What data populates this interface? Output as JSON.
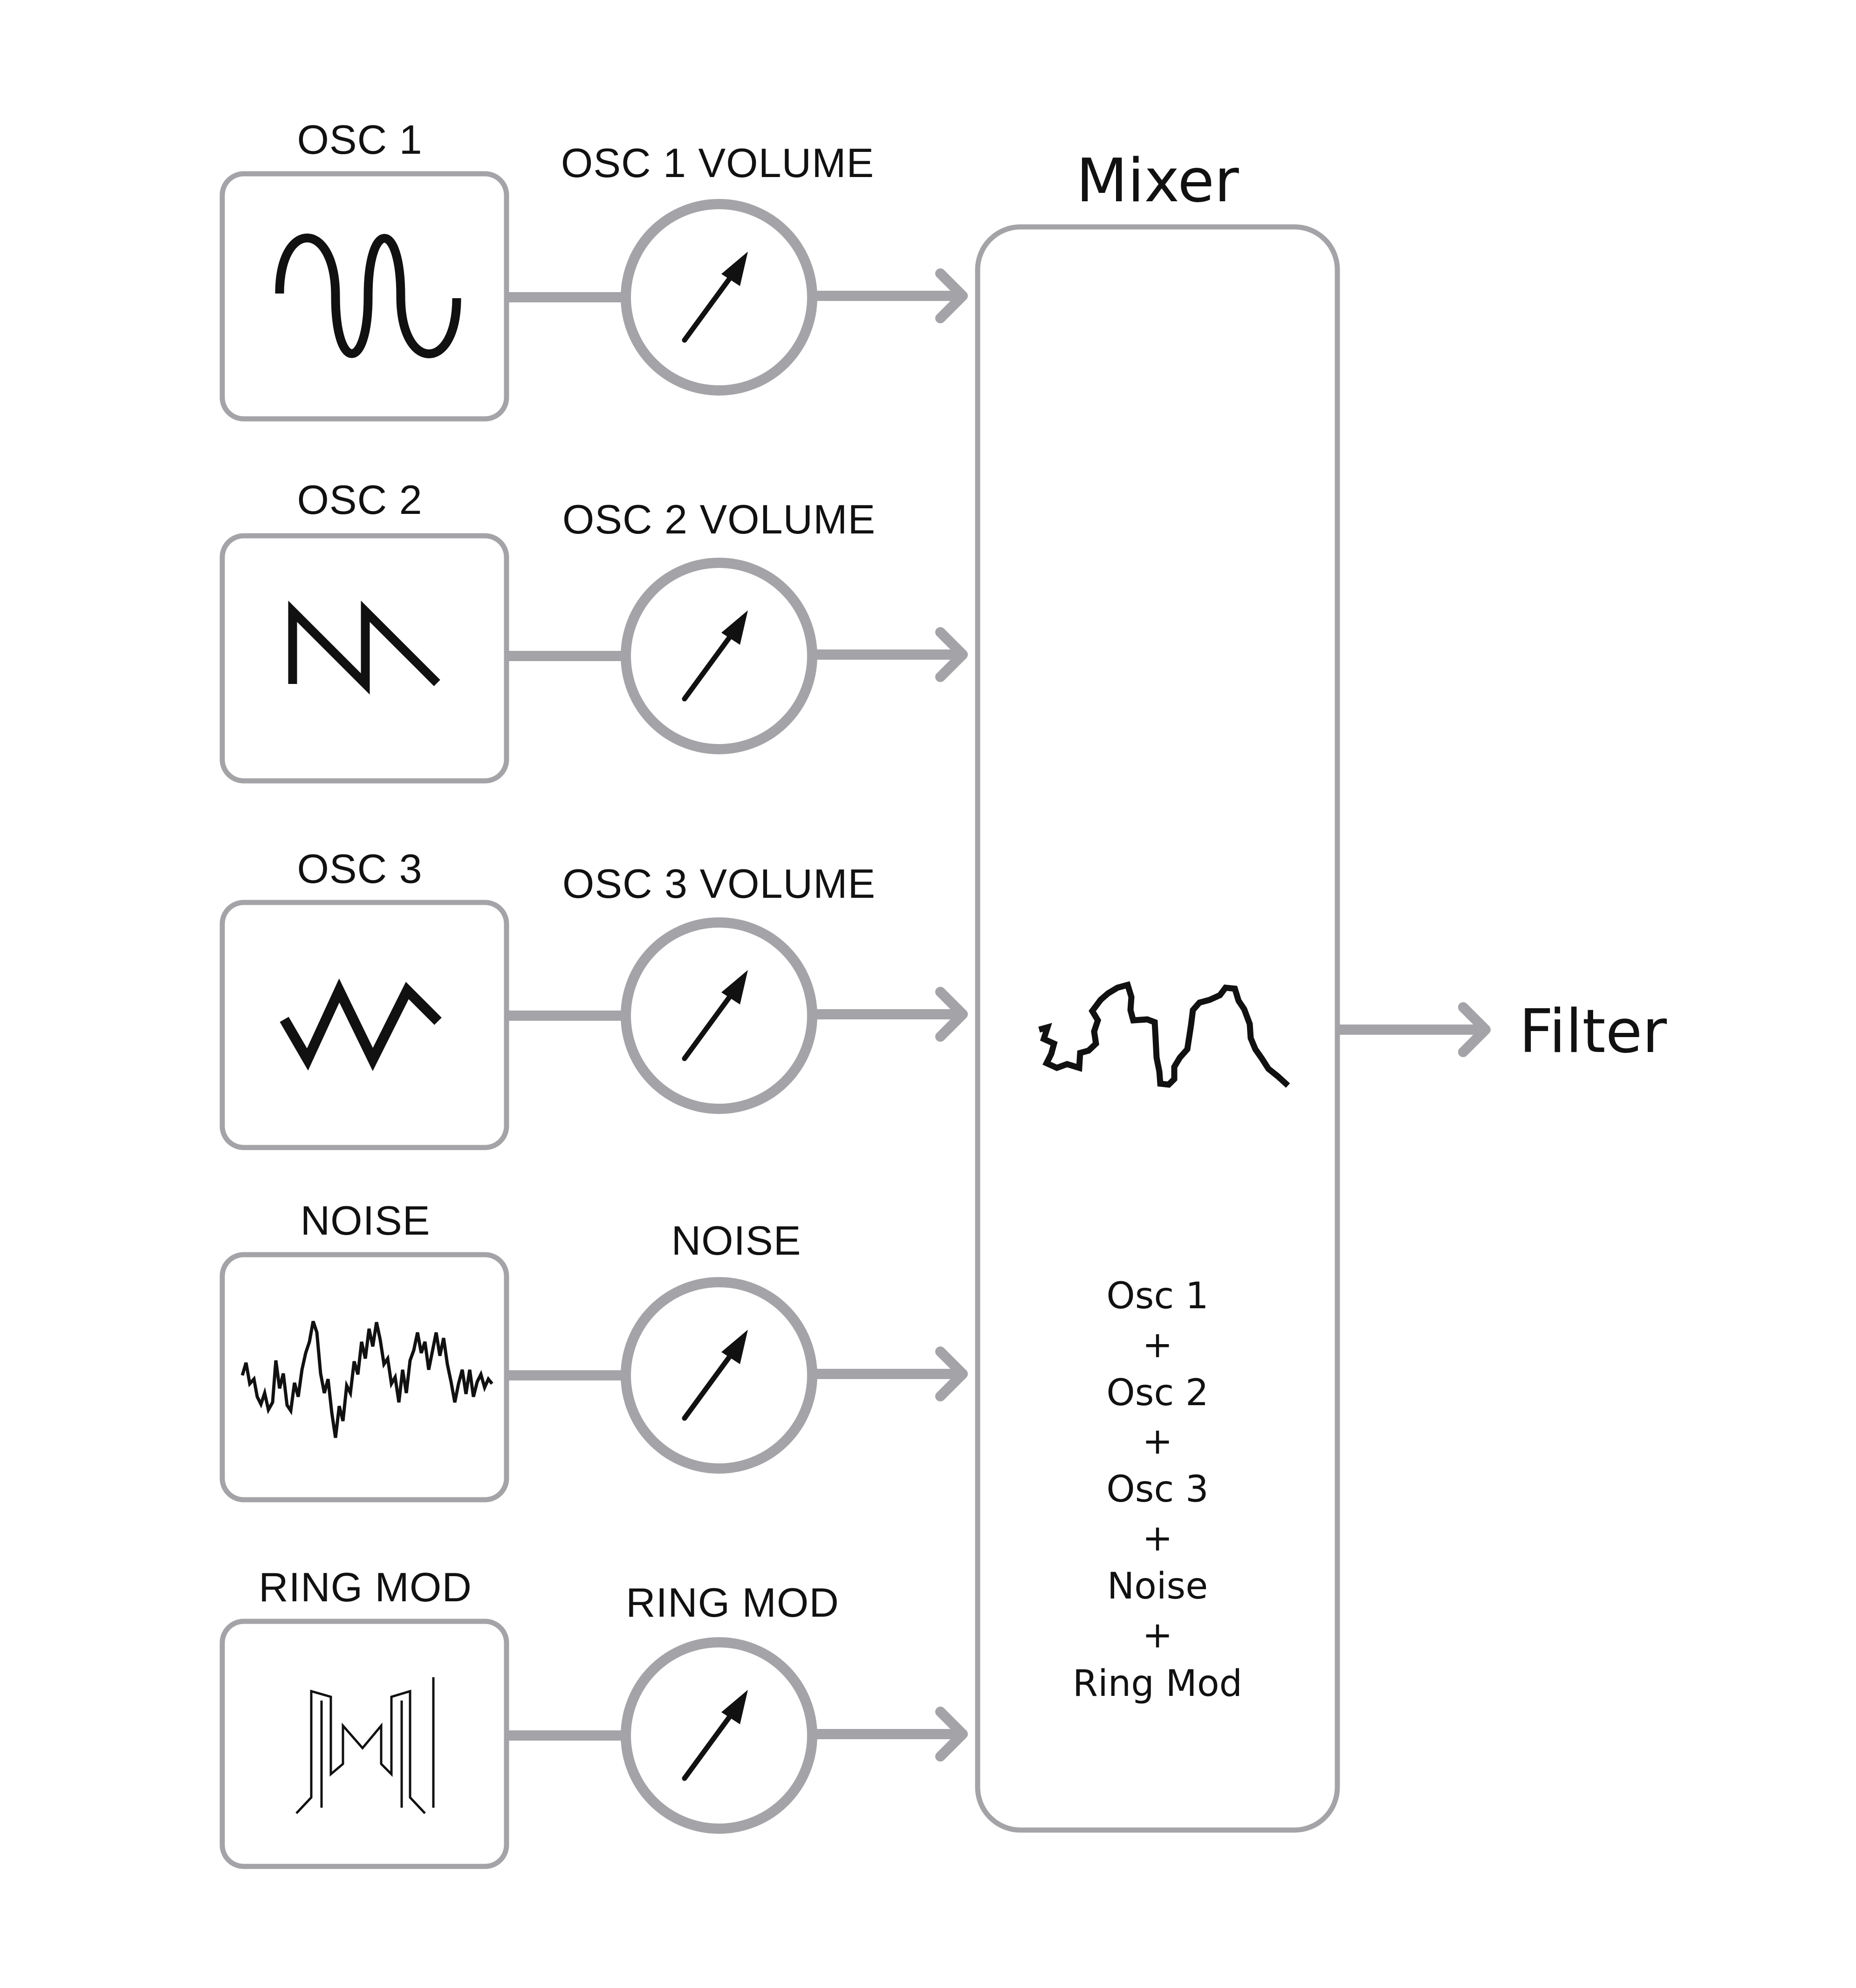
{
  "channels": [
    {
      "source_label": "OSC 1",
      "volume_label": "OSC 1 VOLUME",
      "wave_icon": "sine-wave-icon"
    },
    {
      "source_label": "OSC 2",
      "volume_label": "OSC 2 VOLUME",
      "wave_icon": "sawtooth-wave-icon"
    },
    {
      "source_label": "OSC 3",
      "volume_label": "OSC 3 VOLUME",
      "wave_icon": "triangle-wave-icon"
    },
    {
      "source_label": "NOISE",
      "volume_label": "NOISE",
      "wave_icon": "noise-wave-icon"
    },
    {
      "source_label": "RING MOD",
      "volume_label": "RING MOD",
      "wave_icon": "ring-mod-wave-icon"
    }
  ],
  "mixer": {
    "title": "Mixer",
    "wave_icon": "mixed-wave-icon",
    "sum_lines": [
      "Osc 1",
      "+",
      "Osc 2",
      "+",
      "Osc 3",
      "+",
      "Noise",
      "+",
      "Ring Mod"
    ]
  },
  "output": {
    "label": "Filter"
  },
  "colors": {
    "outline": "#a4a4a8",
    "ink": "#111111",
    "background": "#ffffff"
  }
}
